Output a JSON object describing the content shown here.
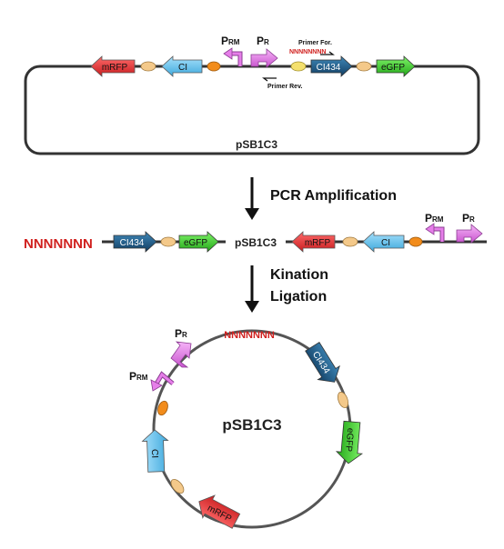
{
  "plasmid": "pSB1C3",
  "genes": {
    "mrfp": "mRFP",
    "ci": "CI",
    "ci434": "CI434",
    "egfp": "eGFP"
  },
  "promoters": {
    "prm_main": "P",
    "prm_sub": "RM",
    "pr_main": "P",
    "pr_sub": "R"
  },
  "primers": {
    "forward": "Primer For.",
    "reverse": "Primer Rev.",
    "tail": "NNNNNNNN"
  },
  "overhang": "NNNNNNN",
  "steps": {
    "pcr": "PCR Amplification",
    "kination": "Kination",
    "ligation": "Ligation"
  },
  "colors": {
    "mrfp": "#e8383a",
    "ci": "#6cc4ec",
    "ci434": "#1f5f8c",
    "egfp": "#3ecf2b",
    "terminator": "#f4c98a",
    "operator": "#f28c1b",
    "promoter": "#e67ee9",
    "n_seq": "#d0201e"
  }
}
